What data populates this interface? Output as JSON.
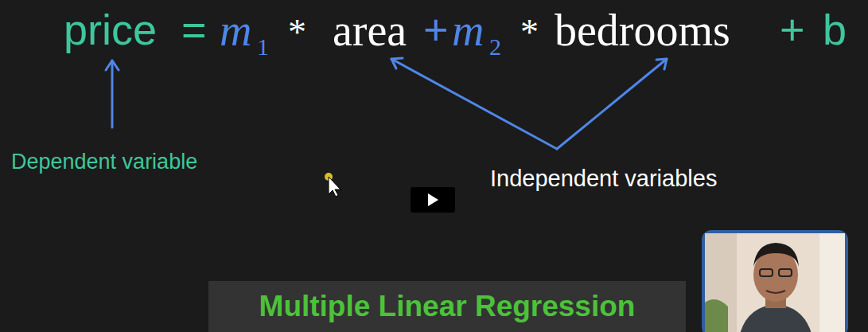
{
  "diagram": {
    "nodes": [
      {
        "text": [
          "Multiple Linear Regression"
        ]
      }
    ],
    "labels": [
      "price",
      "=",
      "m",
      "1",
      "*",
      "area",
      "+",
      "m",
      "2",
      "*",
      "bedrooms",
      "+",
      "b",
      "Dependent variable",
      "Independent variables"
    ]
  }
}
